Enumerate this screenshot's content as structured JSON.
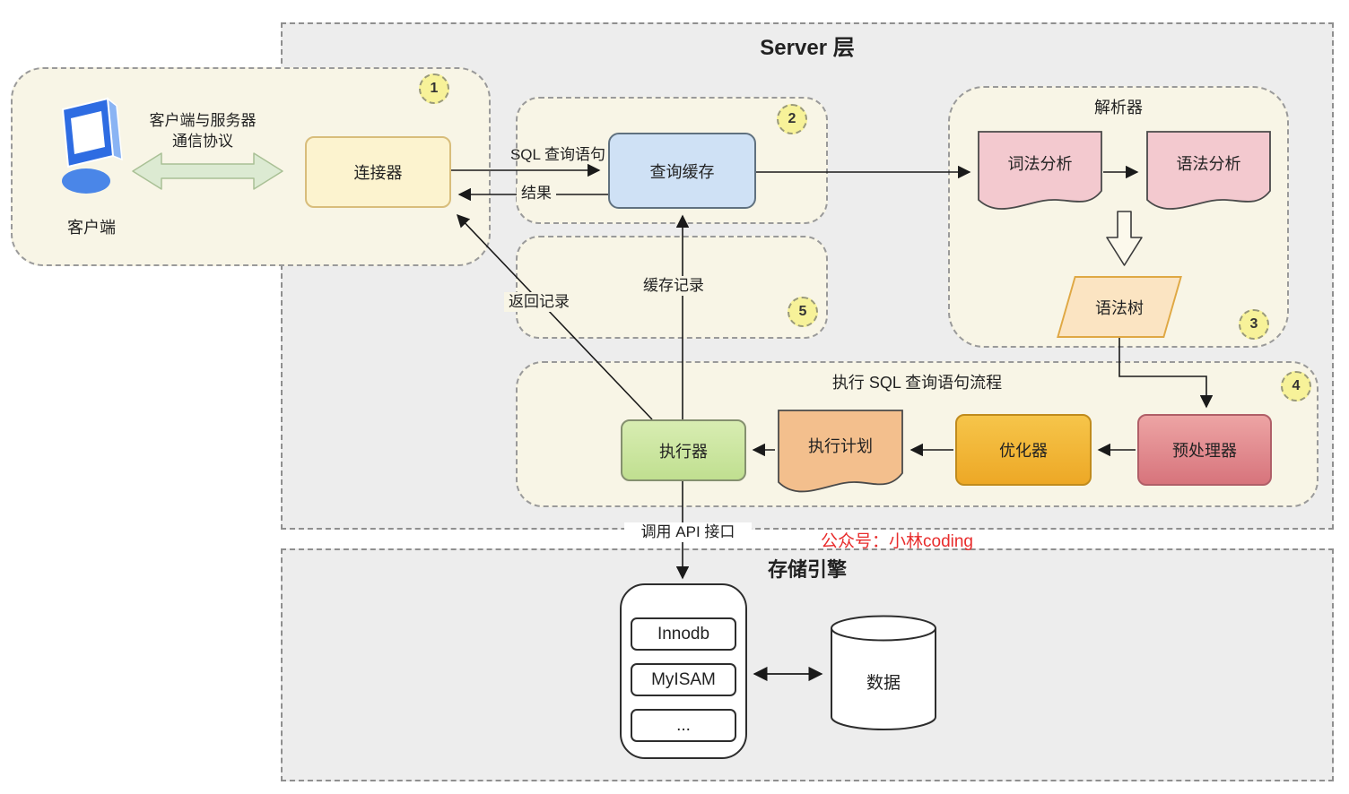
{
  "colors": {
    "server_bg": "#ededed",
    "group_bg": "#f8f5e6",
    "connector_fill": "#fcf3cf",
    "query_cache_fill": "#cfe1f5",
    "doc_pink": "#f3c9cf",
    "doc_peach": "#f3bf8d",
    "tree_fill": "#fbe4c2",
    "executor_fill": "#cde79f",
    "optimizer_fill": "#f2b53d",
    "preprocessor_fill": "#e18a8d",
    "badge_fill": "#f7f299",
    "green_arrow": "#dcead2",
    "watermark_red": "#e82c2c"
  },
  "server": {
    "title": "Server 层",
    "client_group": {
      "badge": "1",
      "protocol_line1": "客户端与服务器",
      "protocol_line2": "通信协议",
      "client": "客户端",
      "connector": "连接器"
    },
    "cache_group": {
      "badge": "2",
      "query_cache": "查询缓存"
    },
    "parser_group": {
      "badge": "3",
      "title": "解析器",
      "lexical": "词法分析",
      "syntactic": "语法分析",
      "syntax_tree": "语法树"
    },
    "exec_group": {
      "badge": "4",
      "title": "执行 SQL 查询语句流程",
      "executor": "执行器",
      "plan": "执行计划",
      "optimizer": "优化器",
      "preprocessor": "预处理器"
    },
    "record_group": {
      "badge": "5",
      "cache_record": "缓存记录"
    },
    "labels": {
      "sql_query": "SQL 查询语句",
      "result": "结果",
      "return_record": "返回记录",
      "call_api": "调用 API 接口"
    }
  },
  "watermark": "公众号：小林coding",
  "storage": {
    "title": "存储引擎",
    "engines": [
      "Innodb",
      "MyISAM",
      "..."
    ],
    "data": "数据"
  }
}
